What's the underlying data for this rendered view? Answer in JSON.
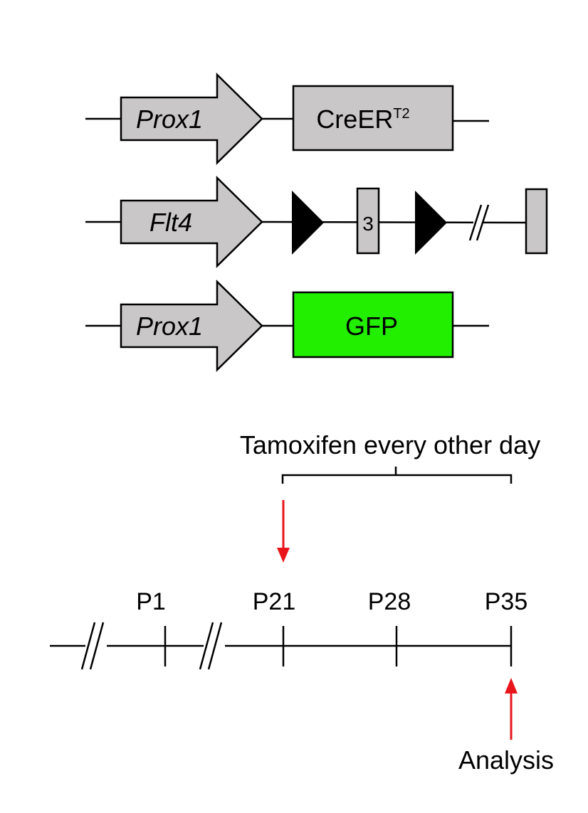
{
  "constructs": [
    {
      "promoter": "Prox1",
      "gene": "CreER",
      "gene_superscript": "T2"
    },
    {
      "promoter": "Flt4",
      "exon": "3"
    },
    {
      "promoter": "Prox1",
      "gene": "GFP"
    }
  ],
  "timeline": {
    "treatment_label": "Tamoxifen every other day",
    "ticks": [
      "P1",
      "P21",
      "P28",
      "P35"
    ],
    "analysis_label": "Analysis"
  },
  "colors": {
    "promoter_fill": "#c9c7c8",
    "gfp_fill": "#22ee00",
    "arrow_red": "#e8161b"
  }
}
